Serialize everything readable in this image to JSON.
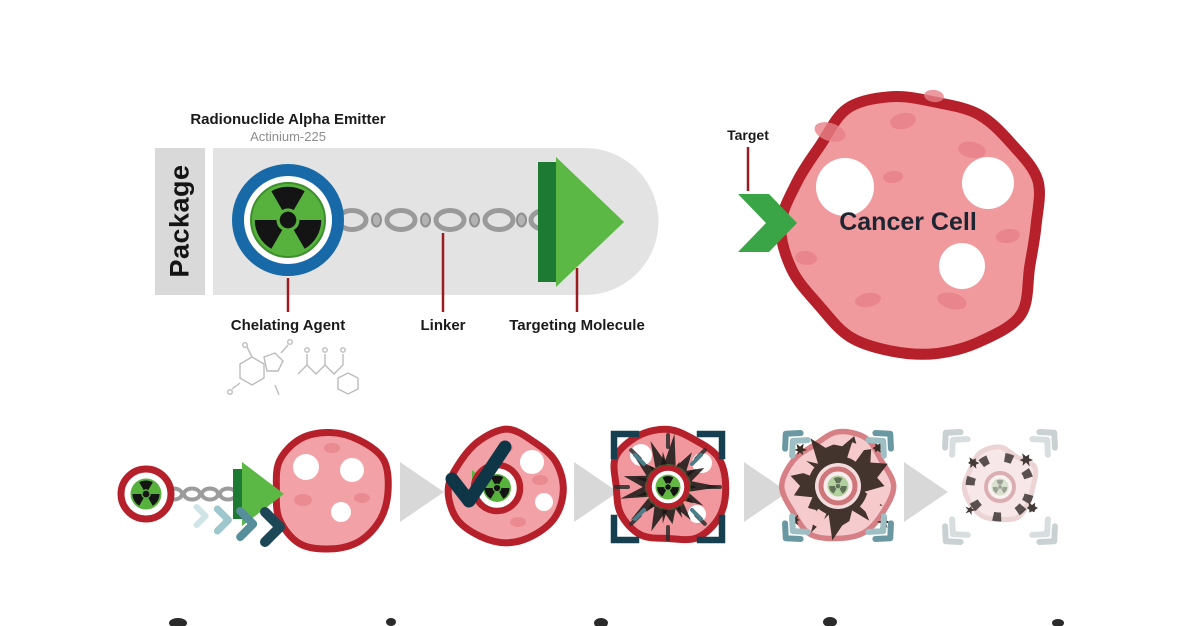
{
  "package": {
    "side_label": "Package",
    "radionuclide_title": "Radionuclide Alpha Emitter",
    "radionuclide_subtitle": "Actinium-225",
    "parts": {
      "chelating": "Chelating Agent",
      "linker": "Linker",
      "targeting": "Targeting Molecule"
    }
  },
  "cancer": {
    "target_label": "Target",
    "cell_label": "Cancer Cell"
  },
  "colors": {
    "capsule_gray": "#e3e3e3",
    "package_strip_gray": "#d9d9d9",
    "chelator_ring_blue": "#1769a8",
    "radionuclide_green": "#57b23d",
    "targeting_green": "#5cb844",
    "targeting_dark_green": "#1d7a33",
    "annotation_red": "#9b1c20",
    "cell_border_red": "#b5202a",
    "cell_fill_pink": "#f09a9e",
    "checkmark_teal": "#0f3647",
    "bracket_teal": "#16404f",
    "step_arrow_gray": "#d8d8d8"
  }
}
